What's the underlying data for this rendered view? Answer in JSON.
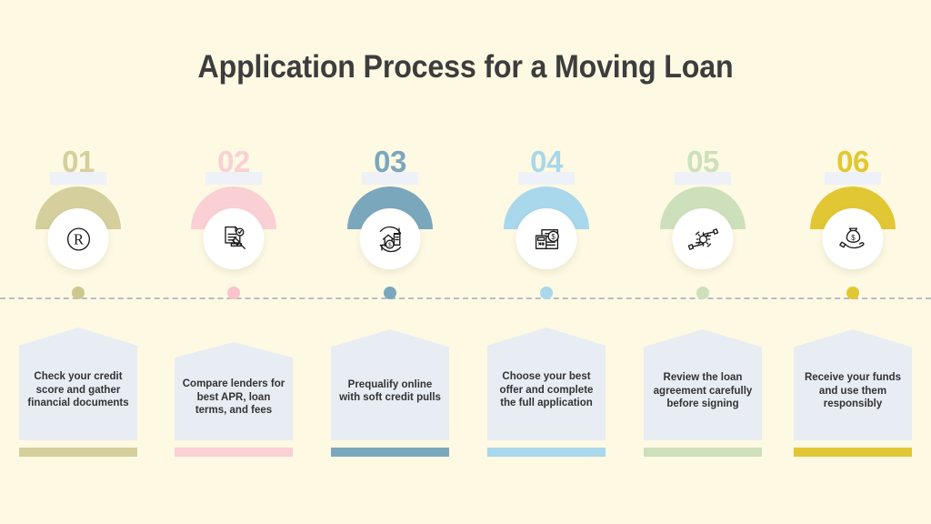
{
  "page": {
    "background_color": "#fdf9e3",
    "title": "Application Process for a Moving Loan",
    "title_color": "#3d3d3d",
    "timeline_line_color": "#b9bdc7",
    "card_background": "#e8ecf3",
    "number_highlight_color": "#eef1f8"
  },
  "steps": [
    {
      "number": "01",
      "color": "#d4cf9c",
      "dot_color": "#cdc88f",
      "icon": "registered-rating-icon",
      "text": "Check your credit score and gather financial documents"
    },
    {
      "number": "02",
      "color": "#fad0d5",
      "dot_color": "#f9c4cb",
      "icon": "document-gavel-icon",
      "text": "Compare lenders for best APR, loan terms, and fees"
    },
    {
      "number": "03",
      "color": "#7ba7bd",
      "dot_color": "#7ba7bd",
      "icon": "house-refinance-icon",
      "text": "Prequalify online with soft credit pulls"
    },
    {
      "number": "04",
      "color": "#a9d7ec",
      "dot_color": "#a9d7ec",
      "icon": "calculator-invoice-icon",
      "text": "Choose your best offer and complete the full application"
    },
    {
      "number": "05",
      "color": "#cde0bb",
      "dot_color": "#cde0bb",
      "icon": "hands-gear-icon",
      "text": "Review the loan agreement carefully before signing"
    },
    {
      "number": "06",
      "color": "#e2c734",
      "dot_color": "#e2c734",
      "icon": "hand-money-bag-icon",
      "text": "Receive your funds and use them responsibly"
    }
  ]
}
